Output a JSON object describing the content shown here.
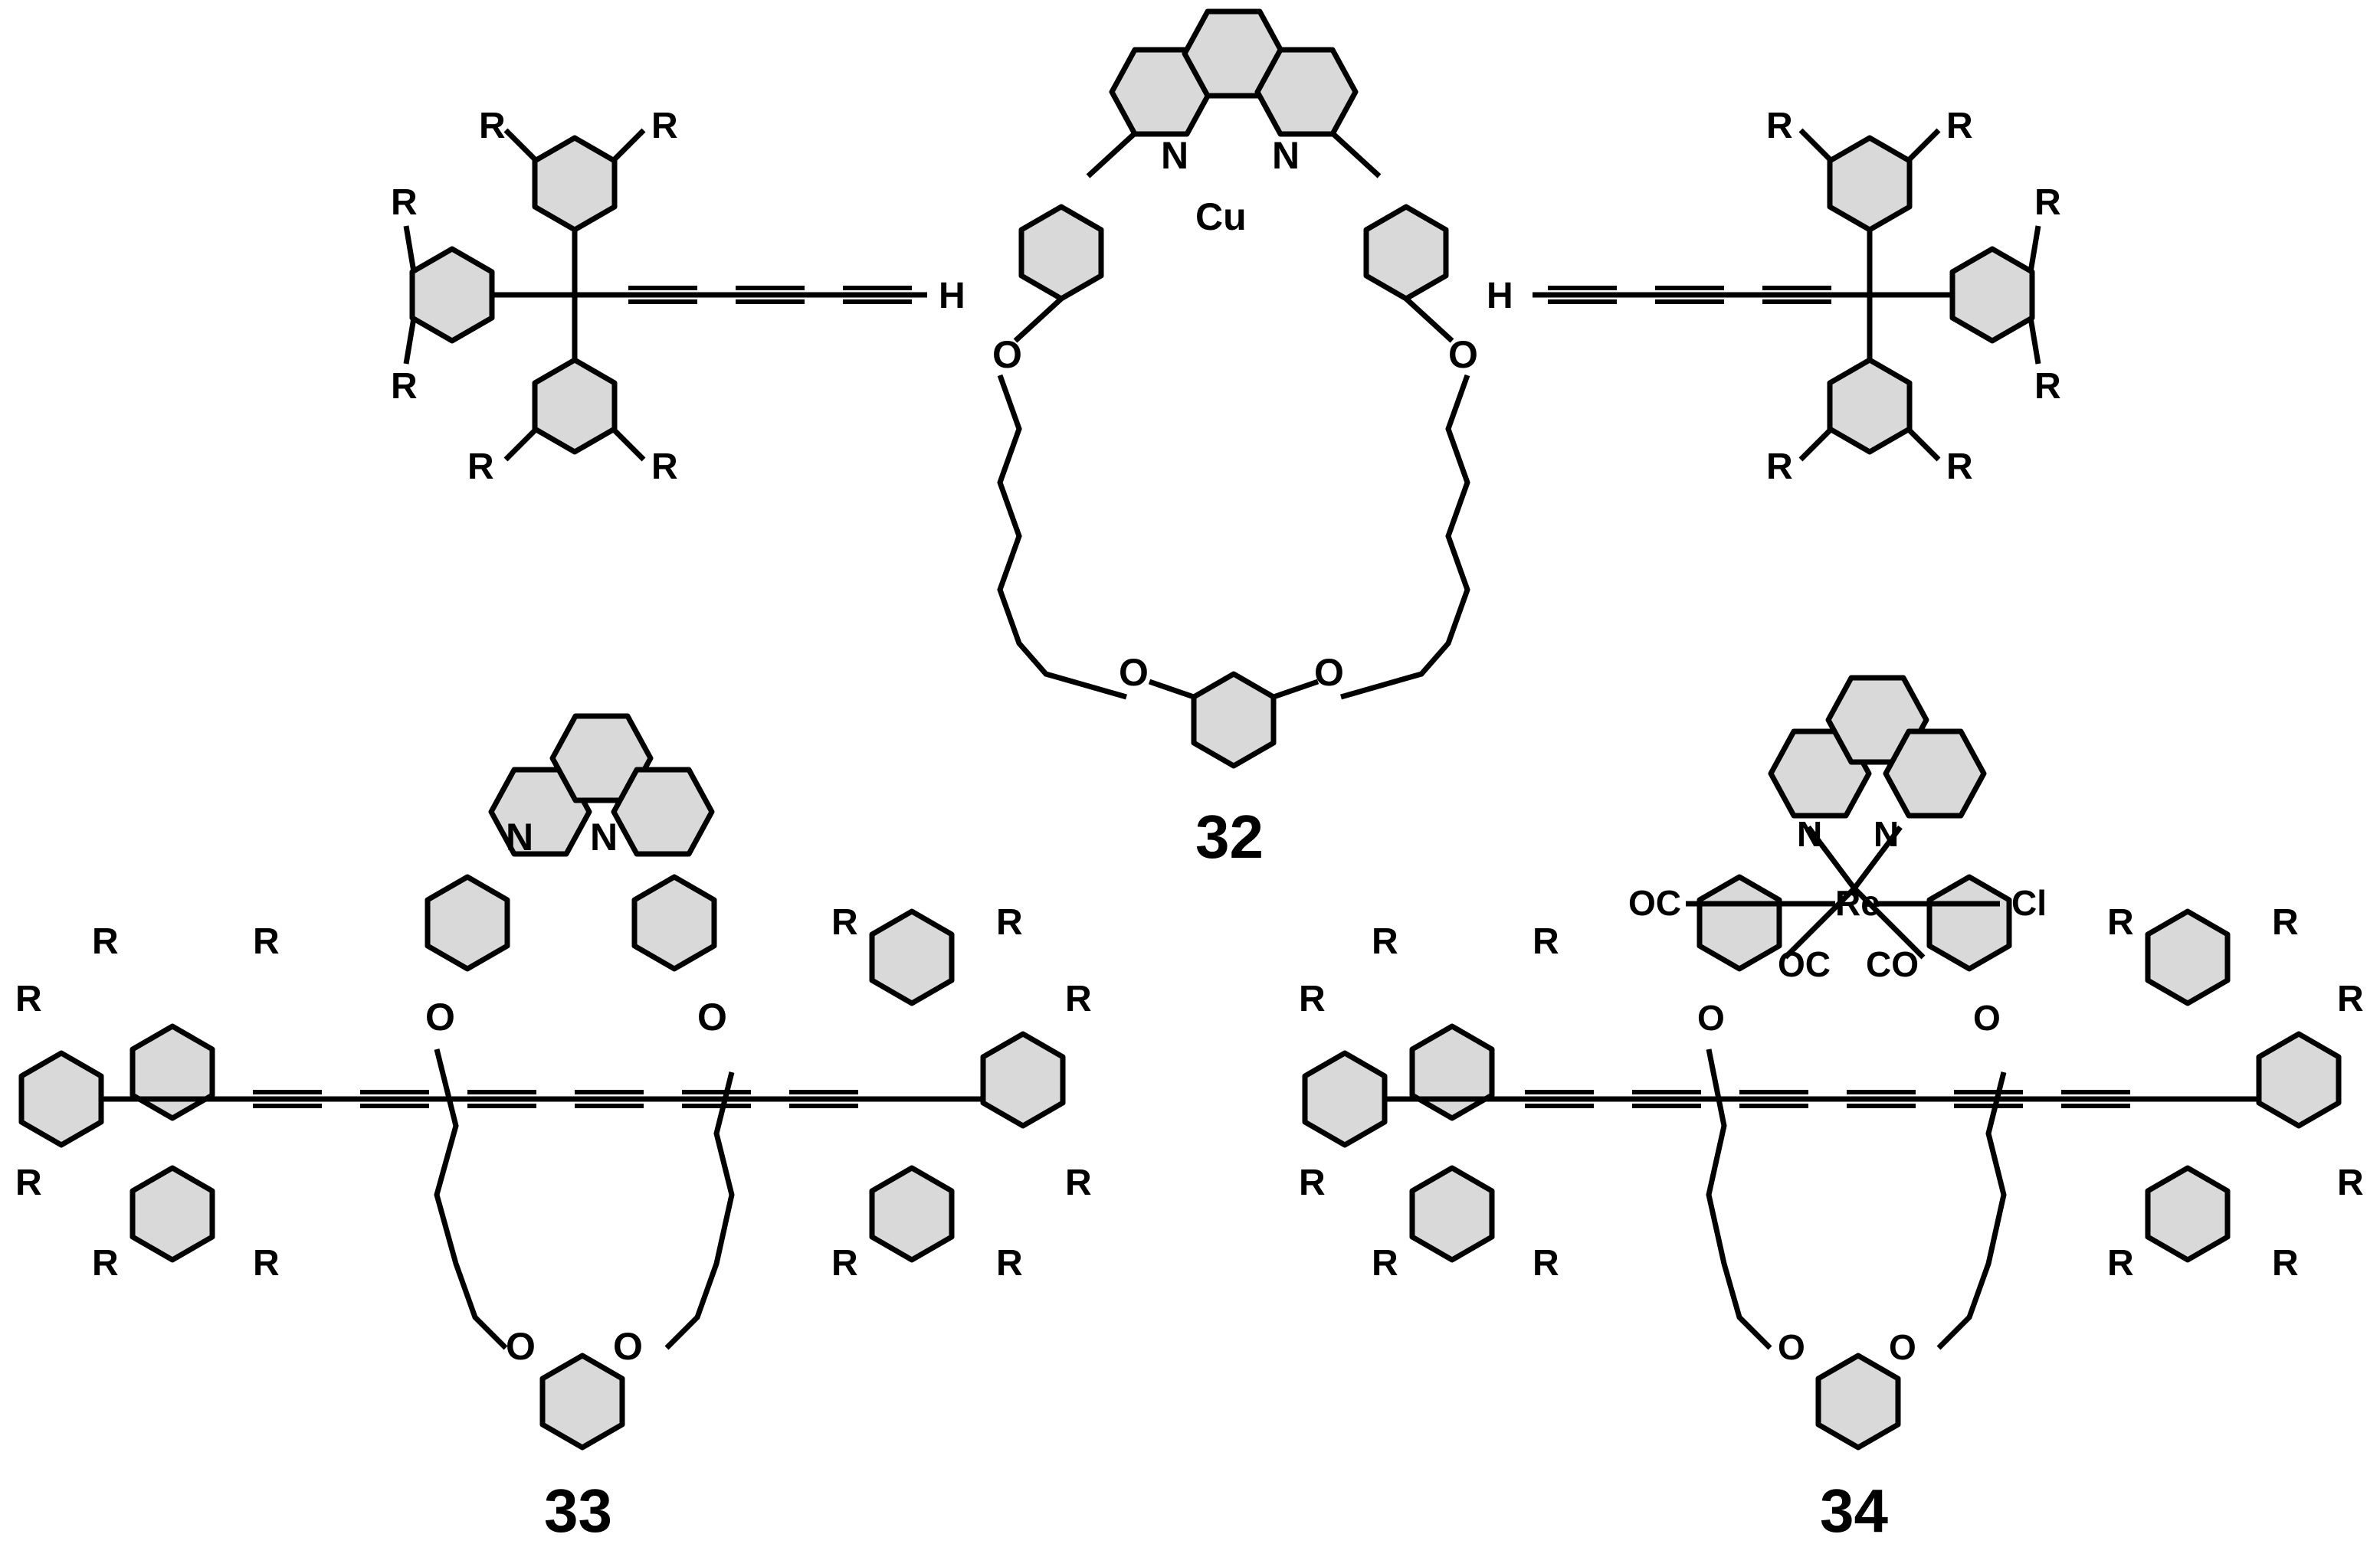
{
  "structures": [
    {
      "id": "32",
      "label": "32",
      "metal": "Cu",
      "donor_atoms": [
        "N",
        "N"
      ],
      "ether_oxygens": [
        "O",
        "O",
        "O",
        "O"
      ]
    },
    {
      "id": "33",
      "label": "33",
      "donor_atoms": [
        "N",
        "N"
      ],
      "ether_oxygens": [
        "O",
        "O",
        "O",
        "O"
      ]
    },
    {
      "id": "34",
      "label": "34",
      "metal": "Re",
      "donor_atoms": [
        "N",
        "N"
      ],
      "ligands": [
        "OC",
        "OC",
        "CO",
        "Cl"
      ],
      "ether_oxygens": [
        "O",
        "O",
        "O",
        "O"
      ]
    }
  ],
  "stopper_substituent": "R",
  "terminal_hydrogen": "H",
  "style": {
    "ring_fill": "#d9d9d9",
    "line_color": "#000000"
  }
}
